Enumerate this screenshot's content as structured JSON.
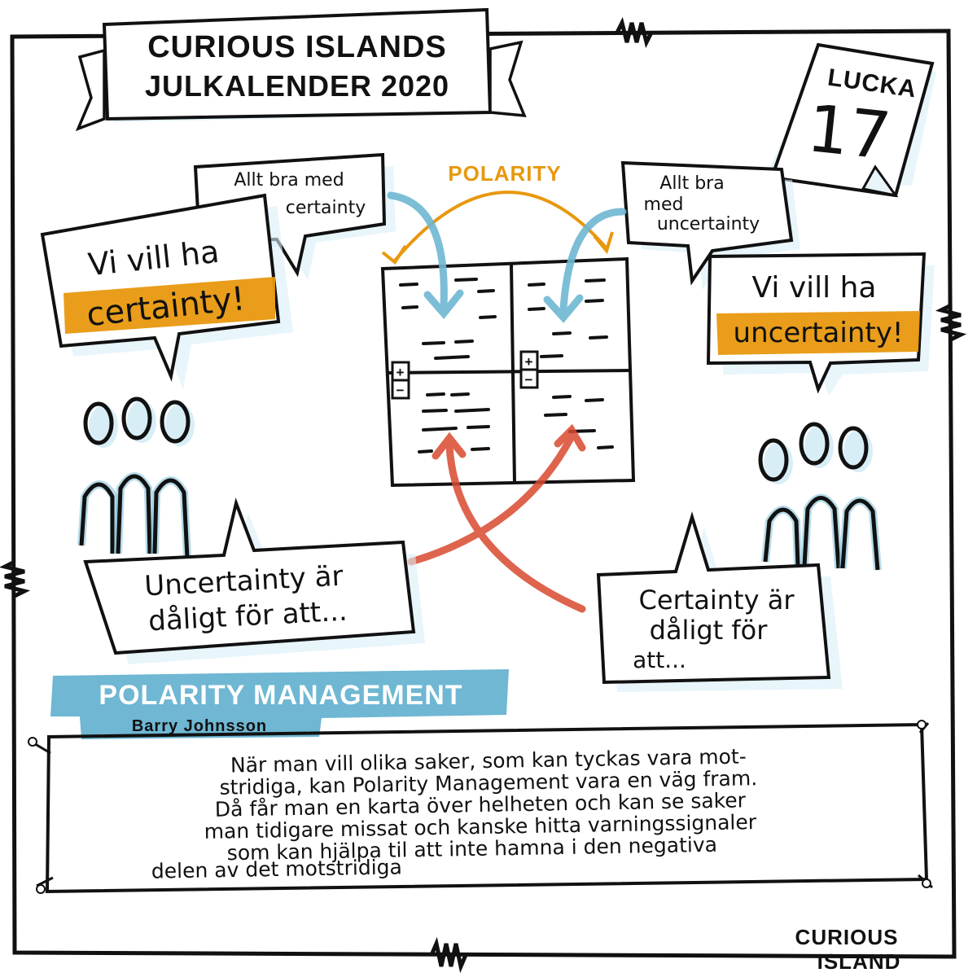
{
  "title": {
    "line1": "CURIOUS ISLANDS",
    "line2": "JULKALENDER 2020"
  },
  "calendar": {
    "label": "LUCKA",
    "number": "17"
  },
  "polarity_label": "POLARITY",
  "bubbles": {
    "left_small": [
      "Allt bra med",
      "certainty"
    ],
    "left_big_line1": "Vi vill ha",
    "left_big_highlight": "certainty!",
    "right_small": [
      "Allt bra",
      "med",
      "uncertainty"
    ],
    "right_big_line1": "Vi vill ha",
    "right_big_highlight": "uncertainty!",
    "left_bottom": [
      "Uncertainty är",
      "dåligt för att..."
    ],
    "right_bottom": [
      "Certainty är",
      "dåligt för",
      "att..."
    ]
  },
  "banner": {
    "title": "POLARITY MANAGEMENT",
    "author": "Barry Johnsson"
  },
  "description": [
    "När man vill olika saker, som kan tyckas vara mot-",
    "stridiga, kan Polarity Management vara en väg fram.",
    "Då får man en karta över helheten och kan se saker",
    "man tidigare missat och kanske hitta varningssignaler",
    "som kan hjälpa til att inte hamna i den negativa",
    "delen av det motstridiga"
  ],
  "grid_signs": {
    "plus": "+",
    "minus": "−"
  },
  "logo": {
    "line1": "CURIOUS",
    "line2": "ISLAND"
  },
  "colors": {
    "orange": "#E8980E",
    "blue": "#6FB7D3",
    "red": "#D9492F",
    "ink": "#111111",
    "shadow": "#BFE0EE"
  }
}
